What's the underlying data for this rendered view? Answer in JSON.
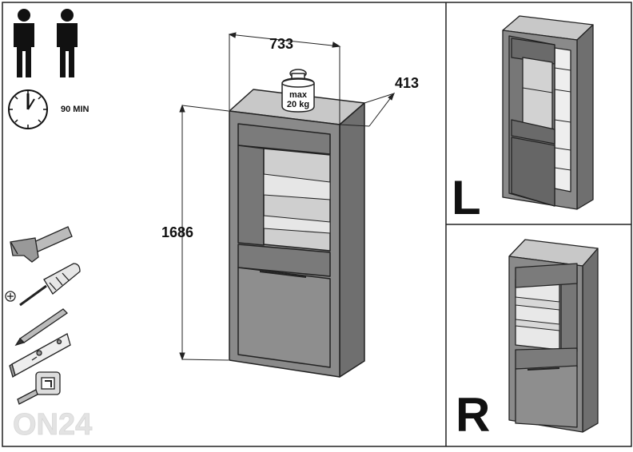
{
  "assembly": {
    "people_count": 2,
    "time_label": "90 MIN"
  },
  "dimensions": {
    "width_label": "733",
    "depth_label": "413",
    "height_label": "1686"
  },
  "load": {
    "line1": "max",
    "line2": "20 kg"
  },
  "variants": {
    "left_label": "L",
    "right_label": "R"
  },
  "watermark": "ON24",
  "tools": [
    "hammer-icon",
    "phillips-screwdriver-icon",
    "pencil-icon",
    "spirit-level-icon",
    "tape-measure-icon"
  ],
  "colors": {
    "outline": "#222222",
    "cabinet_front": "#8a8a8a",
    "cabinet_side": "#6f6f6f",
    "cabinet_top": "#c8c8c8",
    "glass": "#d0d0d0"
  }
}
